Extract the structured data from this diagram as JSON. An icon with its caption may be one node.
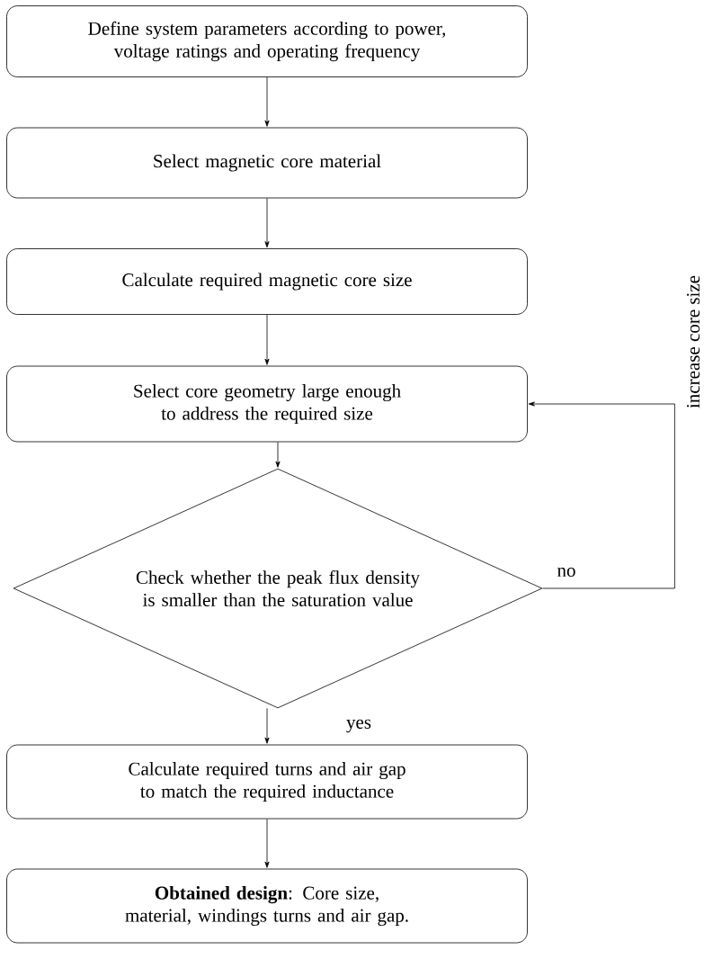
{
  "diagram": {
    "nodes": [
      {
        "text": [
          "Define system parameters according to power, voltage ratings and operating frequency"
        ]
      },
      {
        "text": [
          "Select magnetic core material"
        ]
      },
      {
        "text": [
          "Calculate required magnetic core size"
        ]
      },
      {
        "text": [
          "Select core geometry large enough to address the required size"
        ]
      },
      {
        "text": [
          "Check whether the peak flux density is smaller than the saturation value"
        ]
      },
      {
        "text": [
          "Calculate required turns and air gap to match the required inductance"
        ]
      },
      {
        "text": [
          "**Obtained design**: Core size, material, windings turns and air gap."
        ]
      }
    ],
    "edges": [
      {
        "from": 0,
        "to": 1,
        "arrow": "to"
      },
      {
        "from": 1,
        "to": 2,
        "arrow": "to"
      },
      {
        "from": 2,
        "to": 3,
        "arrow": "to"
      },
      {
        "from": 3,
        "to": 4,
        "arrow": "to"
      },
      {
        "from": 4,
        "to": 5,
        "arrow": "to",
        "label": "yes"
      },
      {
        "from": 4,
        "to": 3,
        "arrow": "to",
        "label": "no"
      },
      {
        "from": 5,
        "to": 6,
        "arrow": "to"
      }
    ],
    "labels": [
      "increase core size"
    ]
  }
}
